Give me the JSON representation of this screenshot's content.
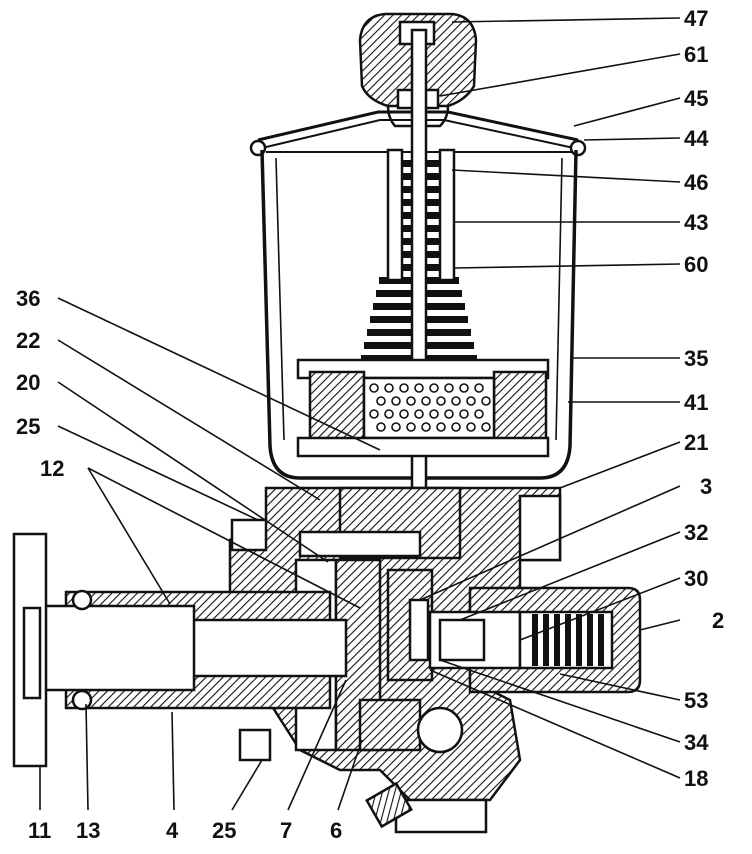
{
  "diagram": {
    "callouts_right": [
      {
        "id": "47",
        "label": "47"
      },
      {
        "id": "61",
        "label": "61"
      },
      {
        "id": "45",
        "label": "45"
      },
      {
        "id": "44",
        "label": "44"
      },
      {
        "id": "46",
        "label": "46"
      },
      {
        "id": "43",
        "label": "43"
      },
      {
        "id": "60",
        "label": "60"
      },
      {
        "id": "35",
        "label": "35"
      },
      {
        "id": "41",
        "label": "41"
      },
      {
        "id": "21",
        "label": "21"
      },
      {
        "id": "3",
        "label": "3"
      },
      {
        "id": "32",
        "label": "32"
      },
      {
        "id": "30",
        "label": "30"
      },
      {
        "id": "2",
        "label": "2"
      },
      {
        "id": "53",
        "label": "53"
      },
      {
        "id": "34",
        "label": "34"
      },
      {
        "id": "18",
        "label": "18"
      }
    ],
    "callouts_left": [
      {
        "id": "36",
        "label": "36"
      },
      {
        "id": "22",
        "label": "22"
      },
      {
        "id": "20",
        "label": "20"
      },
      {
        "id": "25a",
        "label": "25"
      },
      {
        "id": "12",
        "label": "12"
      }
    ],
    "callouts_bottom": [
      {
        "id": "11",
        "label": "11"
      },
      {
        "id": "13",
        "label": "13"
      },
      {
        "id": "4",
        "label": "4"
      },
      {
        "id": "25b",
        "label": "25"
      },
      {
        "id": "7",
        "label": "7"
      },
      {
        "id": "6",
        "label": "6"
      }
    ]
  }
}
